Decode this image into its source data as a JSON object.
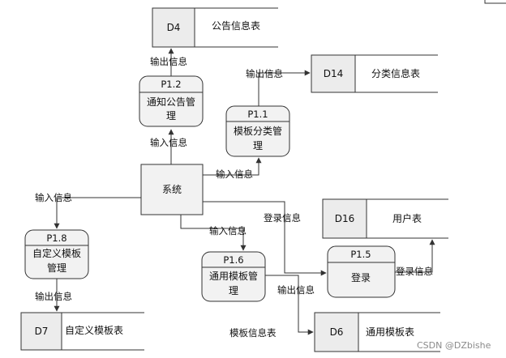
{
  "entity": {
    "label": "系统"
  },
  "processes": [
    {
      "key": "p12",
      "id": "P1.2",
      "line1": "通知公告管",
      "line2": "理"
    },
    {
      "key": "p11",
      "id": "P1.1",
      "line1": "模板分类管",
      "line2": "理"
    },
    {
      "key": "p18",
      "id": "P1.8",
      "line1": "自定义模板",
      "line2": "管理"
    },
    {
      "key": "p16",
      "id": "P1.6",
      "line1": "通用模板管",
      "line2": "理"
    },
    {
      "key": "p15",
      "id": "P1.5",
      "line1": "登录",
      "line2": ""
    }
  ],
  "datastores": [
    {
      "key": "d4",
      "id": "D4",
      "name": "公告信息表"
    },
    {
      "key": "d14",
      "id": "D14",
      "name": "分类信息表"
    },
    {
      "key": "d16",
      "id": "D16",
      "name": "用户表"
    },
    {
      "key": "d7",
      "id": "D7",
      "name": "自定义模板表"
    },
    {
      "key": "d6",
      "id": "D6",
      "name": "通用模板表"
    }
  ],
  "flow_labels": {
    "p12_to_d4": "输出信息",
    "sys_to_p12": "输入信息",
    "p11_to_d14": "输出信息",
    "sys_to_p11": "输入信息",
    "sys_to_p18": "输入信息",
    "p18_to_d7": "输出信息",
    "sys_to_p16": "输入信息",
    "p16_to_d6": "输出信息",
    "sys_to_p15": "登录信息",
    "p15_to_d16": "登录信息",
    "d6_label": "模板信息表"
  },
  "watermark": "CSDN @DZbishe"
}
